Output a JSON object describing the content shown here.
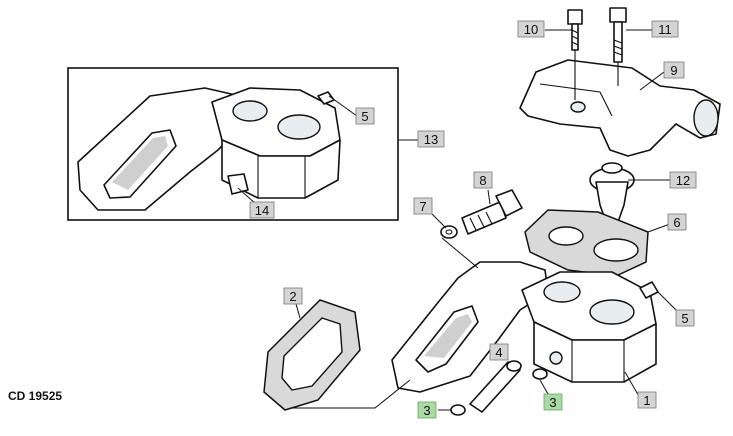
{
  "figure_code": "CD 19525",
  "callouts": {
    "c1": "1",
    "c2": "2",
    "c3a": "3",
    "c3b": "3",
    "c4": "4",
    "c5a": "5",
    "c5b": "5",
    "c6": "6",
    "c7": "7",
    "c8": "8",
    "c9": "9",
    "c10": "10",
    "c11": "11",
    "c12": "12",
    "c13": "13",
    "c14": "14"
  },
  "highlight_color": "#a9d9a4"
}
